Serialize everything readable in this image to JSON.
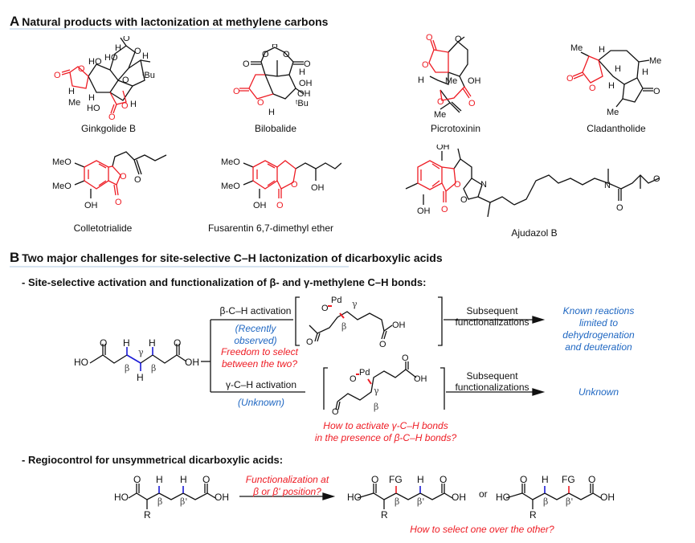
{
  "panel_a": {
    "letter": "A",
    "title": "Natural products with lactonization at methylene carbons",
    "compounds": [
      {
        "name": "Ginkgolide B"
      },
      {
        "name": "Bilobalide"
      },
      {
        "name": "Picrotoxinin"
      },
      {
        "name": "Cladantholide"
      },
      {
        "name": "Colletotrialide"
      },
      {
        "name": "Fusarentin 6,7-dimethyl ether"
      },
      {
        "name": "Ajudazol B"
      }
    ],
    "atom_labels": {
      "ho": "HO",
      "oh": "OH",
      "o": "O",
      "h": "H",
      "me": "Me",
      "tbu": "ᵗBu",
      "meo": "MeO",
      "n": "N"
    }
  },
  "panel_b": {
    "letter": "B",
    "title": "Two major challenges for site-selective C–H lactonization of dicarboxylic acids",
    "challenge1": {
      "heading": "- Site-selective activation and functionalization of β- and γ-methylene C–H bonds:",
      "beta_branch_label": "β-C–H activation",
      "beta_branch_status": "(Recently observed)",
      "middle_question": [
        "Freedom to select",
        "between the two?"
      ],
      "gamma_branch_label": "γ-C–H activation",
      "gamma_branch_status": "(Unknown)",
      "subsequent": [
        "Subsequent",
        "functionalizations"
      ],
      "beta_outcome": [
        "Known reactions",
        "limited to",
        "dehydrogenation",
        "and deuteration"
      ],
      "gamma_outcome": "Unknown",
      "gamma_question": [
        "How to activate γ-C–H bonds",
        "in the presence of β-C–H bonds?"
      ],
      "pd": "Pd",
      "greek": {
        "beta": "β",
        "gamma": "γ",
        "beta_prime": "β'"
      }
    },
    "challenge2": {
      "heading": "- Regiocontrol for unsymmetrical dicarboxylic acids:",
      "arrow_question": [
        "Functionalization at",
        "β or β' position?"
      ],
      "or": "or",
      "fg": "FG",
      "r": "R",
      "bottom_question": "How to select one over the other?"
    }
  },
  "colors": {
    "highlight_red": "#ee1c24",
    "annotation_blue": "#1f67c2",
    "ch_bond_blue": "#1b1bd6",
    "header_rule": "#d6e3f0",
    "ink": "#111111"
  }
}
